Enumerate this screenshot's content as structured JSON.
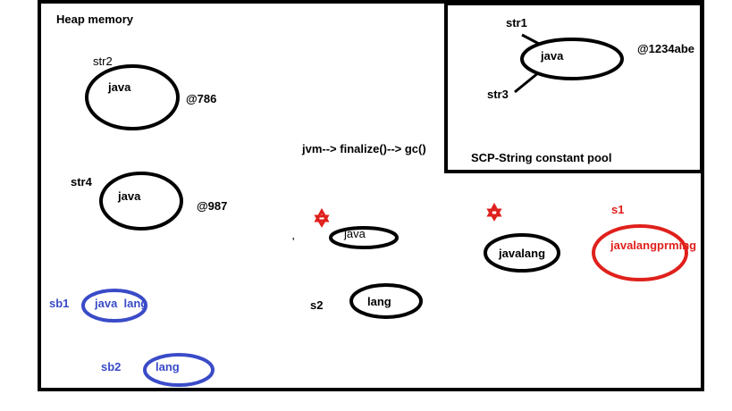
{
  "heap": {
    "title": "Heap memory"
  },
  "scp": {
    "title": "SCP-String constant pool"
  },
  "gc_note": "jvm--> finalize()--> gc()",
  "objects": {
    "str2": {
      "var": "str2",
      "value": "java",
      "address": "@786"
    },
    "str4": {
      "var": "str4",
      "value": "java",
      "address": "@987"
    },
    "pool": {
      "var1": "str1",
      "var2": "str3",
      "value": "java",
      "address": "@1234abe"
    },
    "sb1": {
      "var": "sb1",
      "value": "java  lang"
    },
    "sb2": {
      "var": "sb2",
      "value": "lang"
    },
    "garbage_java": {
      "value": "java"
    },
    "s2": {
      "var": "s2",
      "value": "lang"
    },
    "javalang": {
      "value": "javalang"
    },
    "s1": {
      "var": "s1",
      "value": "javalangprming"
    }
  },
  "colors": {
    "black": "#000000",
    "blue": "#3a4bc8",
    "red": "#e0201c"
  },
  "icons": {
    "star": "red-star-icon"
  }
}
